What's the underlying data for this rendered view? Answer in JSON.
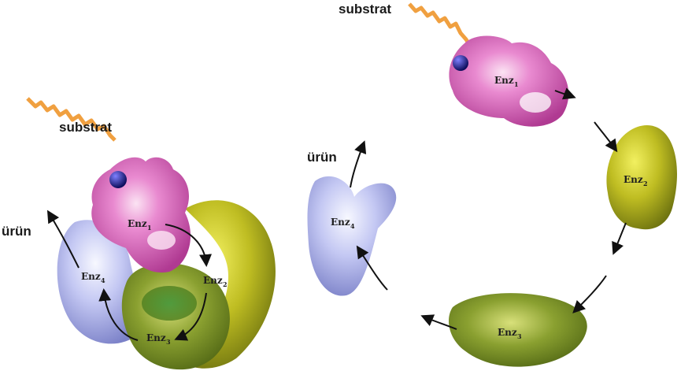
{
  "labels": {
    "substrate": "substrat",
    "product": "ürün",
    "enzyme_prefix": "Enz",
    "sub1": "1",
    "sub2": "2",
    "sub3": "3",
    "sub4": "4"
  },
  "colors": {
    "enz1": "#e070c0",
    "enz2": "#b7b825",
    "enz3": "#7f9a2c",
    "enz4": "#b9bff0",
    "substrate_chain": "#f0a040",
    "substrate_bead": "#1c1c8c"
  }
}
